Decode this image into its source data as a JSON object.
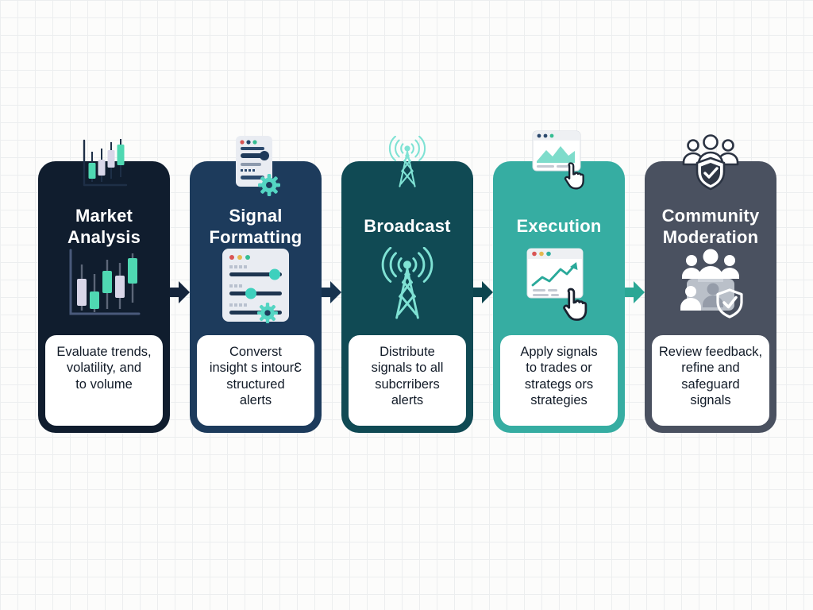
{
  "background": {
    "style": "grid-paper",
    "bg_color": "#fcfcfb",
    "grid_line_color": "#eceeef"
  },
  "flow": {
    "direction": "left-to-right",
    "step_count": 5
  },
  "steps": [
    {
      "title": "Market\nAnalysis",
      "description": "Evaluate trends,\nvolatility, and\nto volume",
      "color": "#101d2e",
      "text_color": "#ffffff",
      "icons": {
        "top": "candlestick-chart-icon",
        "middle": "candlestick-chart-icon"
      }
    },
    {
      "title": "Signal\nFormatting",
      "description": "Converst\ninsight s intourƐ\nstructured\nalerts",
      "color": "#1d3b5c",
      "text_color": "#ffffff",
      "icons": {
        "top": "document-gear-icon",
        "middle": "sliders-gear-panel-icon"
      }
    },
    {
      "title": "Broadcast",
      "description": "Distribute\nsignals to all\nsubcrribers\nalerts",
      "color": "#104a54",
      "text_color": "#ffffff",
      "icons": {
        "top": "radio-tower-icon",
        "middle": "radio-tower-icon"
      }
    },
    {
      "title": "Execution",
      "description": "Apply signals\nto trades or\nstrategs ors\nstrategies",
      "color": "#36ada2",
      "text_color": "#ffffff",
      "icons": {
        "top": "browser-chart-cursor-icon",
        "middle": "browser-chart-cursor-icon"
      }
    },
    {
      "title": "Community\nModeration",
      "description": "Review feedback,\nrefine and\nsafeguard\nsignals",
      "color": "#4a5160",
      "text_color": "#ffffff",
      "icons": {
        "top": "people-shield-icon",
        "middle": "people-shield-icon"
      }
    }
  ],
  "arrows": [
    {
      "direction": "right",
      "color": "#15253c"
    },
    {
      "direction": "right",
      "color": "#17334f"
    },
    {
      "direction": "right",
      "color": "#0c454f"
    },
    {
      "direction": "right",
      "color": "#2ba795"
    }
  ],
  "palette": {
    "teal_accent": "#4fd8b2",
    "light_teal": "#7fe2d4",
    "lavender": "#d9d6e8",
    "panel_gray": "#e9ecf2",
    "dot_red": "#d95454",
    "dot_yellow": "#e5b84f",
    "dot_green": "#35bd92"
  }
}
